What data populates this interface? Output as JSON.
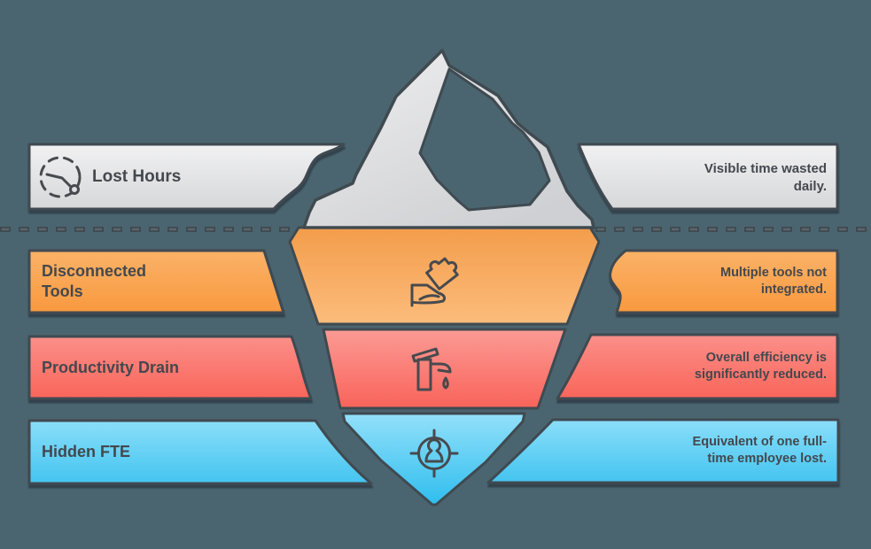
{
  "infographic": {
    "kind": "iceberg-diagram",
    "waterline_style": "dashed",
    "colors": {
      "background": "#4b6570",
      "outline": "#3f4a51",
      "text": "#44484e",
      "above_water": "#dfe0e2",
      "layer_orange": "#f89b43",
      "layer_red": "#f9685e",
      "layer_blue": "#45c4f0"
    },
    "rows": [
      {
        "id": "lost-hours",
        "label": "Lost Hours",
        "description": "Visible time wasted daily.",
        "icon": "dashed-clock-icon",
        "color": "#dfe0e2",
        "position": "above-waterline"
      },
      {
        "id": "disconnected-tools",
        "label": "Disconnected Tools",
        "description": "Multiple tools not integrated.",
        "icon": "hand-puzzle-icon",
        "color": "#f89b43",
        "position": "below-waterline"
      },
      {
        "id": "productivity-drain",
        "label": "Productivity Drain",
        "description": "Overall efficiency is significantly reduced.",
        "icon": "faucet-drip-icon",
        "color": "#f9685e",
        "position": "below-waterline"
      },
      {
        "id": "hidden-fte",
        "label": "Hidden FTE",
        "description": "Equivalent of one full-time employee lost.",
        "icon": "person-target-icon",
        "color": "#45c4f0",
        "position": "below-waterline"
      }
    ]
  }
}
